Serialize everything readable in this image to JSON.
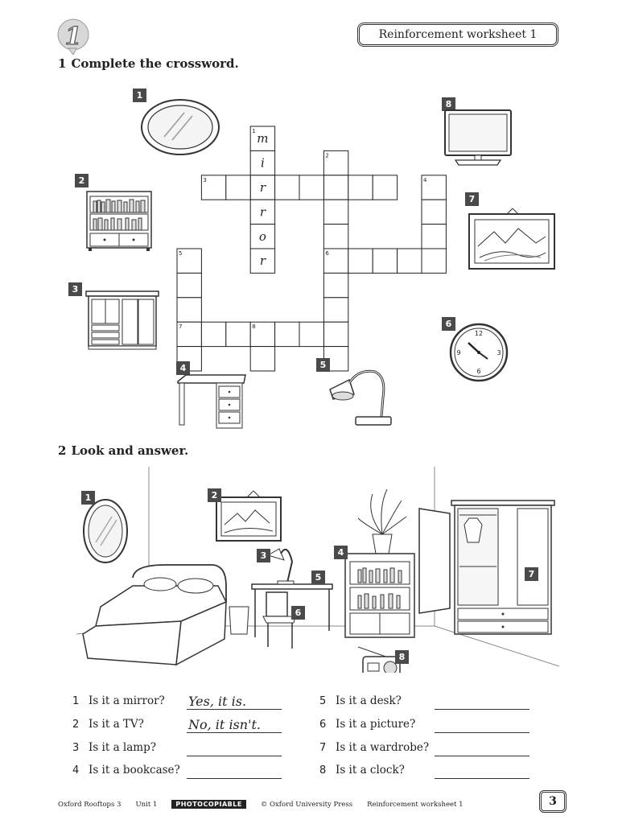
{
  "header": {
    "unit_number": "1",
    "worksheet_title": "Reinforcement worksheet 1"
  },
  "exercise1": {
    "number": "1",
    "instruction": "Complete the crossword.",
    "picture_labels": [
      "1",
      "2",
      "3",
      "4",
      "5",
      "6",
      "7",
      "8"
    ],
    "pictures": [
      "mirror",
      "bookcase",
      "wardrobe",
      "desk",
      "lamp",
      "clock",
      "picture",
      "tv"
    ],
    "grid_numbers": [
      "1",
      "2",
      "3",
      "4",
      "5",
      "6",
      "7",
      "8"
    ],
    "filled_letters": [
      "m",
      "i",
      "r",
      "r",
      "o",
      "r"
    ]
  },
  "exercise2": {
    "number": "2",
    "instruction": "Look and answer.",
    "picture_labels": [
      "1",
      "2",
      "3",
      "4",
      "5",
      "6",
      "7",
      "8"
    ],
    "questions": [
      {
        "num": "1",
        "text": "Is it a mirror?",
        "answer": "Yes, it is."
      },
      {
        "num": "2",
        "text": "Is it a TV?",
        "answer": "No, it isn't."
      },
      {
        "num": "3",
        "text": "Is it a lamp?",
        "answer": ""
      },
      {
        "num": "4",
        "text": "Is it a bookcase?",
        "answer": ""
      },
      {
        "num": "5",
        "text": "Is it a desk?",
        "answer": ""
      },
      {
        "num": "6",
        "text": "Is it a picture?",
        "answer": ""
      },
      {
        "num": "7",
        "text": "Is it a wardrobe?",
        "answer": ""
      },
      {
        "num": "8",
        "text": "Is it a clock?",
        "answer": ""
      }
    ]
  },
  "footer": {
    "book": "Oxford Rooftops 3",
    "unit": "Unit 1",
    "photocopiable": "PHOTOCOPIABLE",
    "copyright": "© Oxford University Press",
    "worksheet": "Reinforcement worksheet 1",
    "page_number": "3"
  }
}
